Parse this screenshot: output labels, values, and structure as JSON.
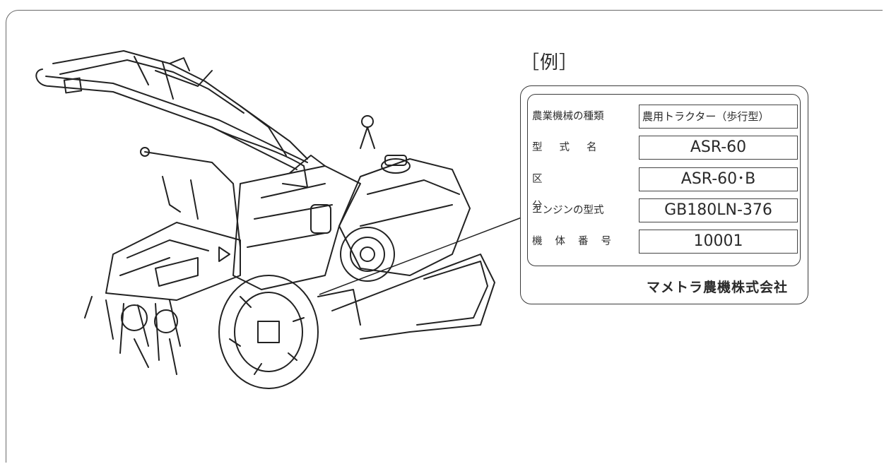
{
  "example_label": "［例］",
  "plate": {
    "rows": [
      {
        "label": "農業機械の種類",
        "value": "農用トラクター（歩行型）"
      },
      {
        "label": "型式名",
        "value": "ASR-60"
      },
      {
        "label": "区分",
        "value": "ASR-60･B"
      },
      {
        "label": "エンジンの型式",
        "value": "GB180LN-376"
      },
      {
        "label": "機体番号",
        "value": "10001"
      }
    ],
    "company": "マメトラ農機株式会社"
  }
}
